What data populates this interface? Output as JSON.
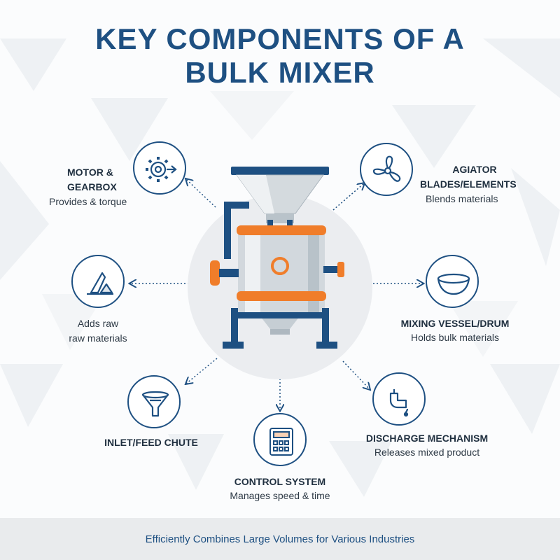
{
  "title": {
    "line1": "KEY COMPONENTS OF A",
    "line2": "BULK MIXER"
  },
  "components": {
    "motor": {
      "name_line1": "MOTOR &",
      "name_line2": "GEARBOX",
      "desc": "Provides & torque",
      "icon": "gear-arrow-icon"
    },
    "agitator": {
      "name_line1": "AGIATOR",
      "name_line2": "BLADES/ELEMENTS",
      "desc": "Blends materials",
      "icon": "propeller-icon"
    },
    "inlet_desc": {
      "line1": "Adds raw",
      "line2": "raw materials",
      "icon": "scoop-icon"
    },
    "vessel": {
      "name": "MIXING VESSEL/DRUM",
      "desc": "Holds bulk materials",
      "icon": "bowl-icon"
    },
    "chute": {
      "name": "INLET/FEED CHUTE",
      "icon": "funnel-icon"
    },
    "control": {
      "name": "CONTROL SYSTEM",
      "desc": "Manages speed & time",
      "icon": "control-panel-icon"
    },
    "discharge": {
      "name": "DISCHARGE MECHANISM",
      "desc": "Releases mixed product",
      "icon": "valve-icon"
    }
  },
  "footer": {
    "text": "Efficiently Combines Large Volumes for Various Industries"
  },
  "colors": {
    "navy": "#1e5082",
    "orange": "#f07d2a",
    "steel": "#c9d0d6"
  }
}
